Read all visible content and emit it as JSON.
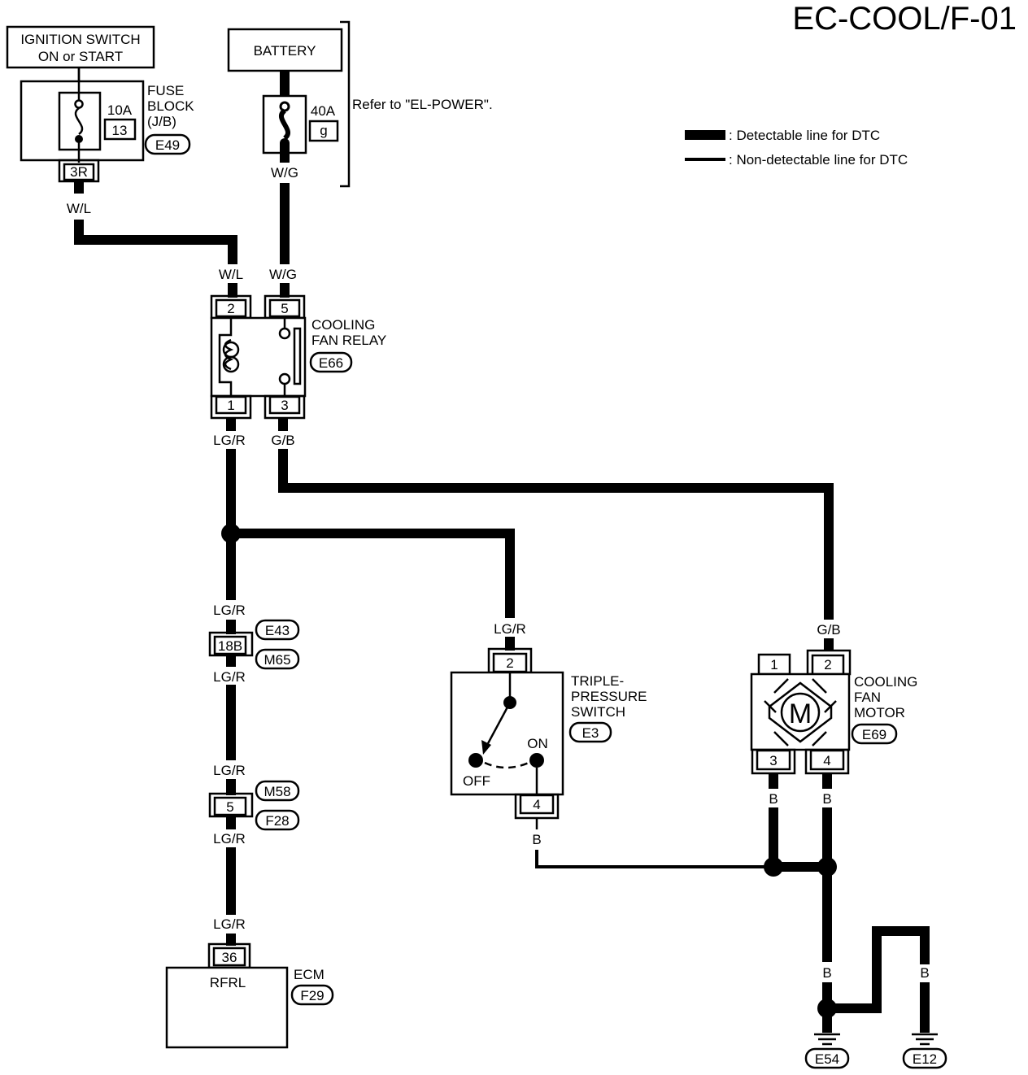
{
  "page_id": "EC-COOL/F-01",
  "legend": {
    "detectable": ": Detectable line for DTC",
    "non_detectable": ": Non-detectable line for DTC"
  },
  "note": "Refer to \"EL-POWER\".",
  "ignition": {
    "line1": "IGNITION SWITCH",
    "line2": "ON or START"
  },
  "battery": {
    "label": "BATTERY"
  },
  "fuse_block": {
    "line1": "FUSE",
    "line2": "BLOCK",
    "line3": "(J/B)",
    "connector": "E49",
    "fuse_rating": "10A",
    "fuse_no": "13",
    "pin": "3R"
  },
  "battery_fuse": {
    "rating": "40A",
    "no": "g"
  },
  "relay": {
    "line1": "COOLING",
    "line2": "FAN RELAY",
    "connector": "E66",
    "pins": {
      "p2": "2",
      "p5": "5",
      "p1": "1",
      "p3": "3"
    }
  },
  "wires": {
    "w_l": "W/L",
    "w_g": "W/G",
    "lg_r": "LG/R",
    "g_b": "G/B",
    "b": "B"
  },
  "joint1": {
    "pin": "18B",
    "conn_a": "E43",
    "conn_b": "M65"
  },
  "joint2": {
    "pin": "5",
    "conn_a": "M58",
    "conn_b": "F28"
  },
  "ecm": {
    "label": "ECM",
    "terminal": "RFRL",
    "pin": "36",
    "connector": "F29"
  },
  "pressure_switch": {
    "line1": "TRIPLE-",
    "line2": "PRESSURE",
    "line3": "SWITCH",
    "connector": "E3",
    "on": "ON",
    "off": "OFF",
    "pin_top": "2",
    "pin_bottom": "4"
  },
  "fan_motor": {
    "line1": "COOLING",
    "line2": "FAN",
    "line3": "MOTOR",
    "connector": "E69",
    "symbol": "M",
    "pins": {
      "p1": "1",
      "p2": "2",
      "p3": "3",
      "p4": "4"
    }
  },
  "grounds": {
    "g1": "E54",
    "g2": "E12"
  }
}
